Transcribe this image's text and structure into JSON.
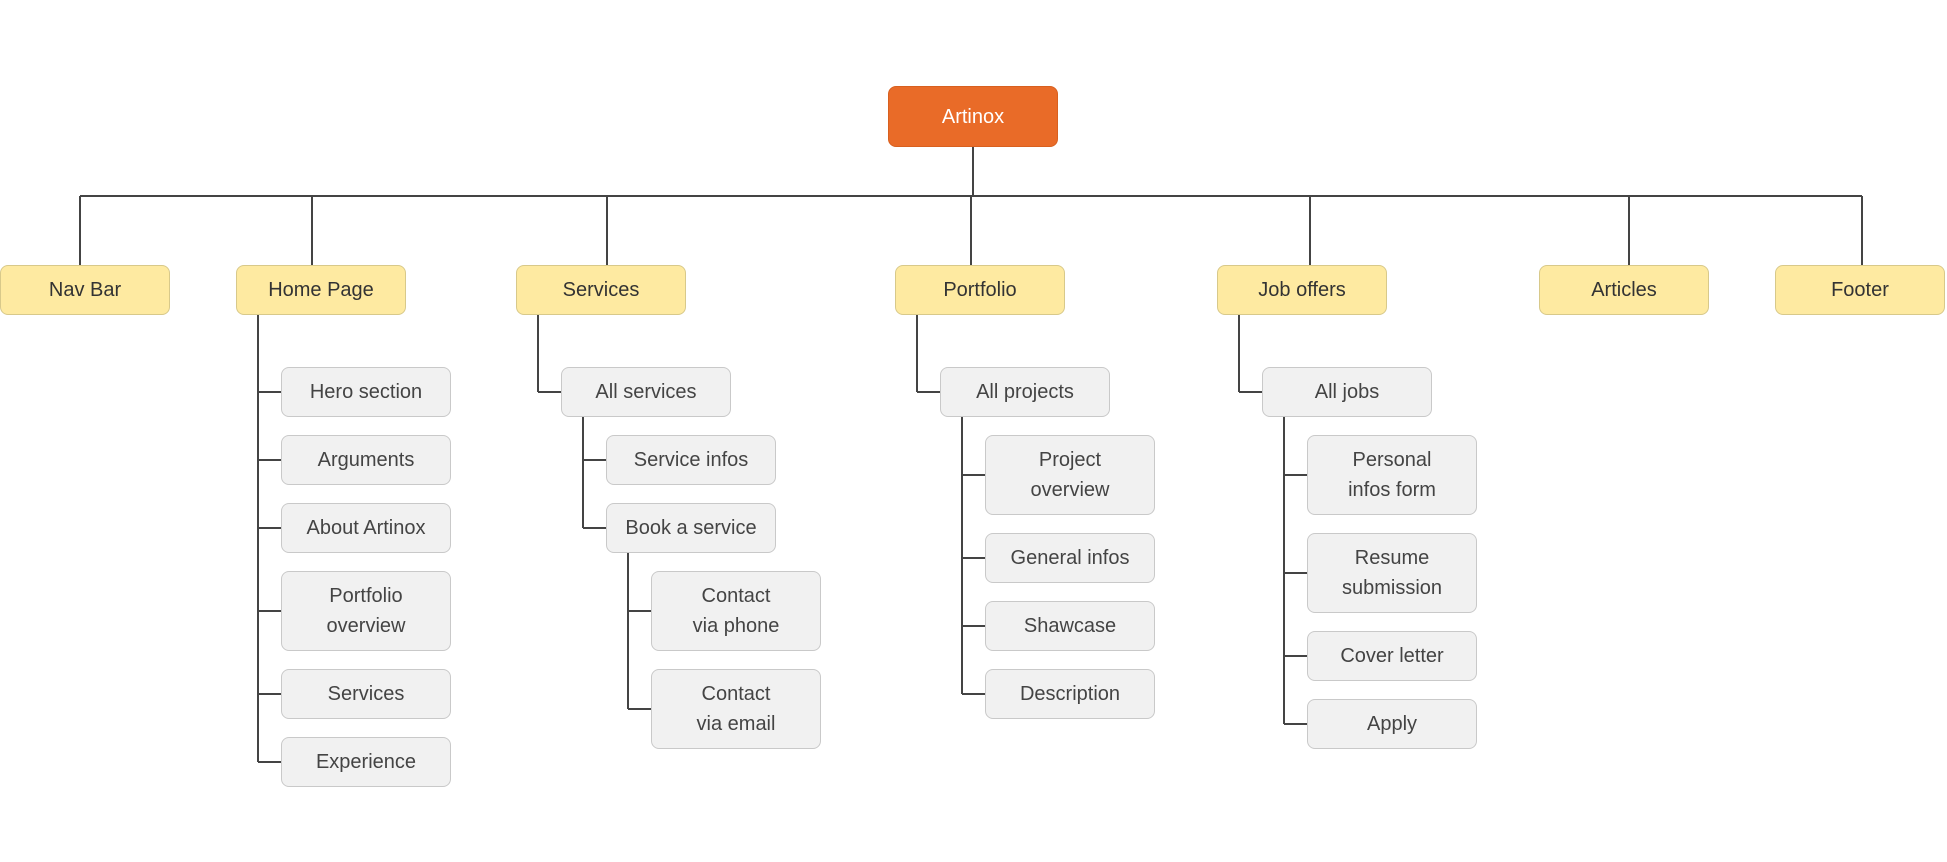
{
  "colors": {
    "root": "#e96b28",
    "section": "#feeaa1",
    "page": "#f1f1f1",
    "line": "#444444"
  },
  "root": {
    "label": "Artinox"
  },
  "sections": [
    {
      "key": "nav-bar",
      "label": "Nav Bar",
      "children": []
    },
    {
      "key": "home-page",
      "label": "Home Page",
      "children": [
        {
          "label": "Hero section",
          "children": []
        },
        {
          "label": "Arguments",
          "children": []
        },
        {
          "label": "About Artinox",
          "children": []
        },
        {
          "label": "Portfolio\noverview",
          "children": []
        },
        {
          "label": "Services",
          "children": []
        },
        {
          "label": "Experience",
          "children": []
        }
      ]
    },
    {
      "key": "services",
      "label": "Services",
      "children": [
        {
          "label": "All services",
          "children": [
            {
              "label": "Service infos",
              "children": []
            },
            {
              "label": "Book a service",
              "children": [
                {
                  "label": "Contact\nvia phone",
                  "children": []
                },
                {
                  "label": "Contact\nvia email",
                  "children": []
                }
              ]
            }
          ]
        }
      ]
    },
    {
      "key": "portfolio",
      "label": "Portfolio",
      "children": [
        {
          "label": "All projects",
          "children": [
            {
              "label": "Project\noverview",
              "children": []
            },
            {
              "label": "General infos",
              "children": []
            },
            {
              "label": "Shawcase",
              "children": []
            },
            {
              "label": "Description",
              "children": []
            }
          ]
        }
      ]
    },
    {
      "key": "job-offers",
      "label": "Job offers",
      "children": [
        {
          "label": "All jobs",
          "children": [
            {
              "label": "Personal\ninfos form",
              "children": []
            },
            {
              "label": "Resume\nsubmission",
              "children": []
            },
            {
              "label": "Cover letter",
              "children": []
            },
            {
              "label": "Apply",
              "children": []
            }
          ]
        }
      ]
    },
    {
      "key": "articles",
      "label": "Articles",
      "children": []
    },
    {
      "key": "footer",
      "label": "Footer",
      "children": []
    }
  ]
}
